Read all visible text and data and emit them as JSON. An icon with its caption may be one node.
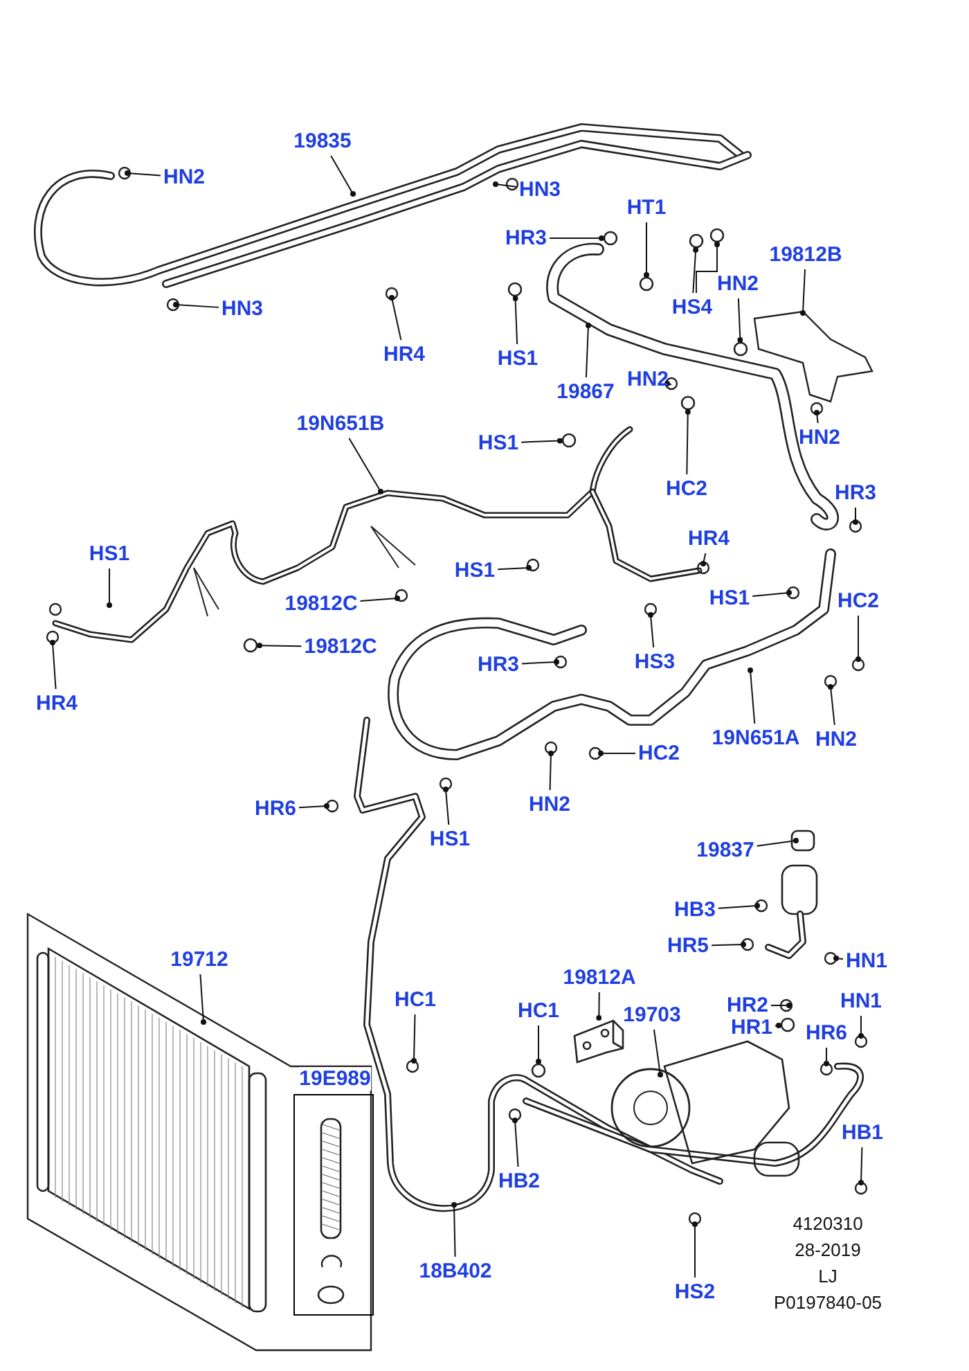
{
  "diagram": {
    "nodes": [
      {
        "text": [
          "19835"
        ]
      },
      {
        "text": [
          "HN2"
        ]
      },
      {
        "text": [
          "HN3"
        ]
      },
      {
        "text": [
          "HN3"
        ]
      },
      {
        "text": [
          "HR3"
        ]
      },
      {
        "text": [
          "HT1"
        ]
      },
      {
        "text": [
          "19812B"
        ]
      },
      {
        "text": [
          "HR4"
        ]
      },
      {
        "text": [
          "HS1"
        ]
      },
      {
        "text": [
          "HS4"
        ]
      },
      {
        "text": [
          "HN2"
        ]
      },
      {
        "text": [
          "19867"
        ]
      },
      {
        "text": [
          "HN2"
        ]
      },
      {
        "text": [
          "HS1"
        ]
      },
      {
        "text": [
          "HC2"
        ]
      },
      {
        "text": [
          "HN2"
        ]
      },
      {
        "text": [
          "19N651B"
        ]
      },
      {
        "text": [
          "HR3"
        ]
      },
      {
        "text": [
          "HS1"
        ]
      },
      {
        "text": [
          "HR4"
        ]
      },
      {
        "text": [
          "HS1"
        ]
      },
      {
        "text": [
          "19812C"
        ]
      },
      {
        "text": [
          "HS1"
        ]
      },
      {
        "text": [
          "HC2"
        ]
      },
      {
        "text": [
          "19812C"
        ]
      },
      {
        "text": [
          "HR3"
        ]
      },
      {
        "text": [
          "HS3"
        ]
      },
      {
        "text": [
          "HR4"
        ]
      },
      {
        "text": [
          "19N651A"
        ]
      },
      {
        "text": [
          "HN2"
        ]
      },
      {
        "text": [
          "HC2"
        ]
      },
      {
        "text": [
          "HN2"
        ]
      },
      {
        "text": [
          "HR6"
        ]
      },
      {
        "text": [
          "HS1"
        ]
      },
      {
        "text": [
          "19837"
        ]
      },
      {
        "text": [
          "HB3"
        ]
      },
      {
        "text": [
          "HR5"
        ]
      },
      {
        "text": [
          "HN1"
        ]
      },
      {
        "text": [
          "19712"
        ]
      },
      {
        "text": [
          "19812A"
        ]
      },
      {
        "text": [
          "HR2"
        ]
      },
      {
        "text": [
          "HN1"
        ]
      },
      {
        "text": [
          "HC1"
        ]
      },
      {
        "text": [
          "HC1"
        ]
      },
      {
        "text": [
          "19703"
        ]
      },
      {
        "text": [
          "HR1"
        ]
      },
      {
        "text": [
          "HR6"
        ]
      },
      {
        "text": [
          "19E989"
        ]
      },
      {
        "text": [
          "HB1"
        ]
      },
      {
        "text": [
          "HB2"
        ]
      },
      {
        "text": [
          "18B402"
        ]
      },
      {
        "text": [
          "HS2"
        ]
      },
      {
        "text": [],
        "shape": "circle"
      },
      {
        "text": [],
        "shape": "circle"
      },
      {
        "text": [],
        "shape": "circle"
      },
      {
        "text": [],
        "shape": "circle"
      },
      {
        "text": [],
        "shape": "circle"
      },
      {
        "text": [],
        "shape": "circle"
      },
      {
        "text": [],
        "shape": "circle"
      },
      {
        "text": [],
        "shape": "circle"
      },
      {
        "text": [],
        "shape": "circle"
      },
      {
        "text": [],
        "shape": "picture"
      },
      {
        "text": [],
        "shape": "circle"
      },
      {
        "text": [],
        "shape": "circle"
      }
    ],
    "edges": [
      {
        "from": 0,
        "to": null,
        "arrow": "other"
      },
      {
        "from": 1,
        "to": null,
        "arrow": "other"
      },
      {
        "from": 2,
        "to": null,
        "arrow": "other"
      },
      {
        "from": 3,
        "to": null,
        "arrow": "other"
      },
      {
        "from": 4,
        "to": 52,
        "arrow": "other"
      },
      {
        "from": 5,
        "to": 53,
        "arrow": "other"
      },
      {
        "from": 6,
        "to": null,
        "arrow": "other"
      },
      {
        "from": 7,
        "to": null,
        "arrow": "other"
      },
      {
        "from": 8,
        "to": 54,
        "arrow": "other"
      },
      {
        "from": 9,
        "to": 55,
        "arrow": "other"
      },
      {
        "from": 10,
        "to": 57,
        "arrow": "other"
      },
      {
        "from": 11,
        "to": null,
        "arrow": "other"
      },
      {
        "from": 12,
        "to": null,
        "arrow": "other"
      },
      {
        "from": 13,
        "to": 58,
        "arrow": "other"
      },
      {
        "from": 14,
        "to": 59,
        "arrow": "other"
      },
      {
        "from": 15,
        "to": null,
        "arrow": "other"
      },
      {
        "from": 16,
        "to": null,
        "arrow": "other"
      },
      {
        "from": 17,
        "to": null,
        "arrow": "other"
      },
      {
        "from": 18,
        "to": null,
        "arrow": "other"
      },
      {
        "from": 19,
        "to": null,
        "arrow": "other"
      },
      {
        "from": 20,
        "to": null,
        "arrow": "other"
      },
      {
        "from": 21,
        "to": null,
        "arrow": "other"
      },
      {
        "from": 22,
        "to": null,
        "arrow": "other"
      },
      {
        "from": 23,
        "to": null,
        "arrow": "other"
      },
      {
        "from": 24,
        "to": 60,
        "arrow": "other"
      },
      {
        "from": 25,
        "to": null,
        "arrow": "other"
      },
      {
        "from": 26,
        "to": null,
        "arrow": "other"
      },
      {
        "from": 27,
        "to": null,
        "arrow": "other"
      },
      {
        "from": 28,
        "to": null,
        "arrow": "other"
      },
      {
        "from": 29,
        "to": null,
        "arrow": "other"
      },
      {
        "from": 30,
        "to": null,
        "arrow": "other"
      },
      {
        "from": 31,
        "to": null,
        "arrow": "other"
      },
      {
        "from": 32,
        "to": null,
        "arrow": "other"
      },
      {
        "from": 33,
        "to": null,
        "arrow": "other"
      },
      {
        "from": 34,
        "to": null,
        "arrow": "other"
      },
      {
        "from": 35,
        "to": null,
        "arrow": "other"
      },
      {
        "from": 36,
        "to": null,
        "arrow": "other"
      },
      {
        "from": 37,
        "to": null,
        "arrow": "other"
      },
      {
        "from": 38,
        "to": null,
        "arrow": "other"
      },
      {
        "from": 39,
        "to": 61,
        "arrow": "other"
      },
      {
        "from": 40,
        "to": null,
        "arrow": "other"
      },
      {
        "from": 41,
        "to": null,
        "arrow": "other"
      },
      {
        "from": 42,
        "to": null,
        "arrow": "other"
      },
      {
        "from": 43,
        "to": 63,
        "arrow": "other"
      },
      {
        "from": 44,
        "to": null,
        "arrow": "other"
      },
      {
        "from": 45,
        "to": 62,
        "arrow": "other"
      },
      {
        "from": 46,
        "to": null,
        "arrow": "other"
      },
      {
        "from": 48,
        "to": null,
        "arrow": "other"
      },
      {
        "from": 49,
        "to": null,
        "arrow": "other"
      },
      {
        "from": 50,
        "to": null,
        "arrow": "other"
      },
      {
        "from": 51,
        "to": null,
        "arrow": "other"
      },
      {
        "from": 9,
        "to": 56,
        "arrow": "other"
      }
    ],
    "labels": [
      "4120310",
      "28-2019",
      "LJ",
      "P0197840-05"
    ]
  }
}
